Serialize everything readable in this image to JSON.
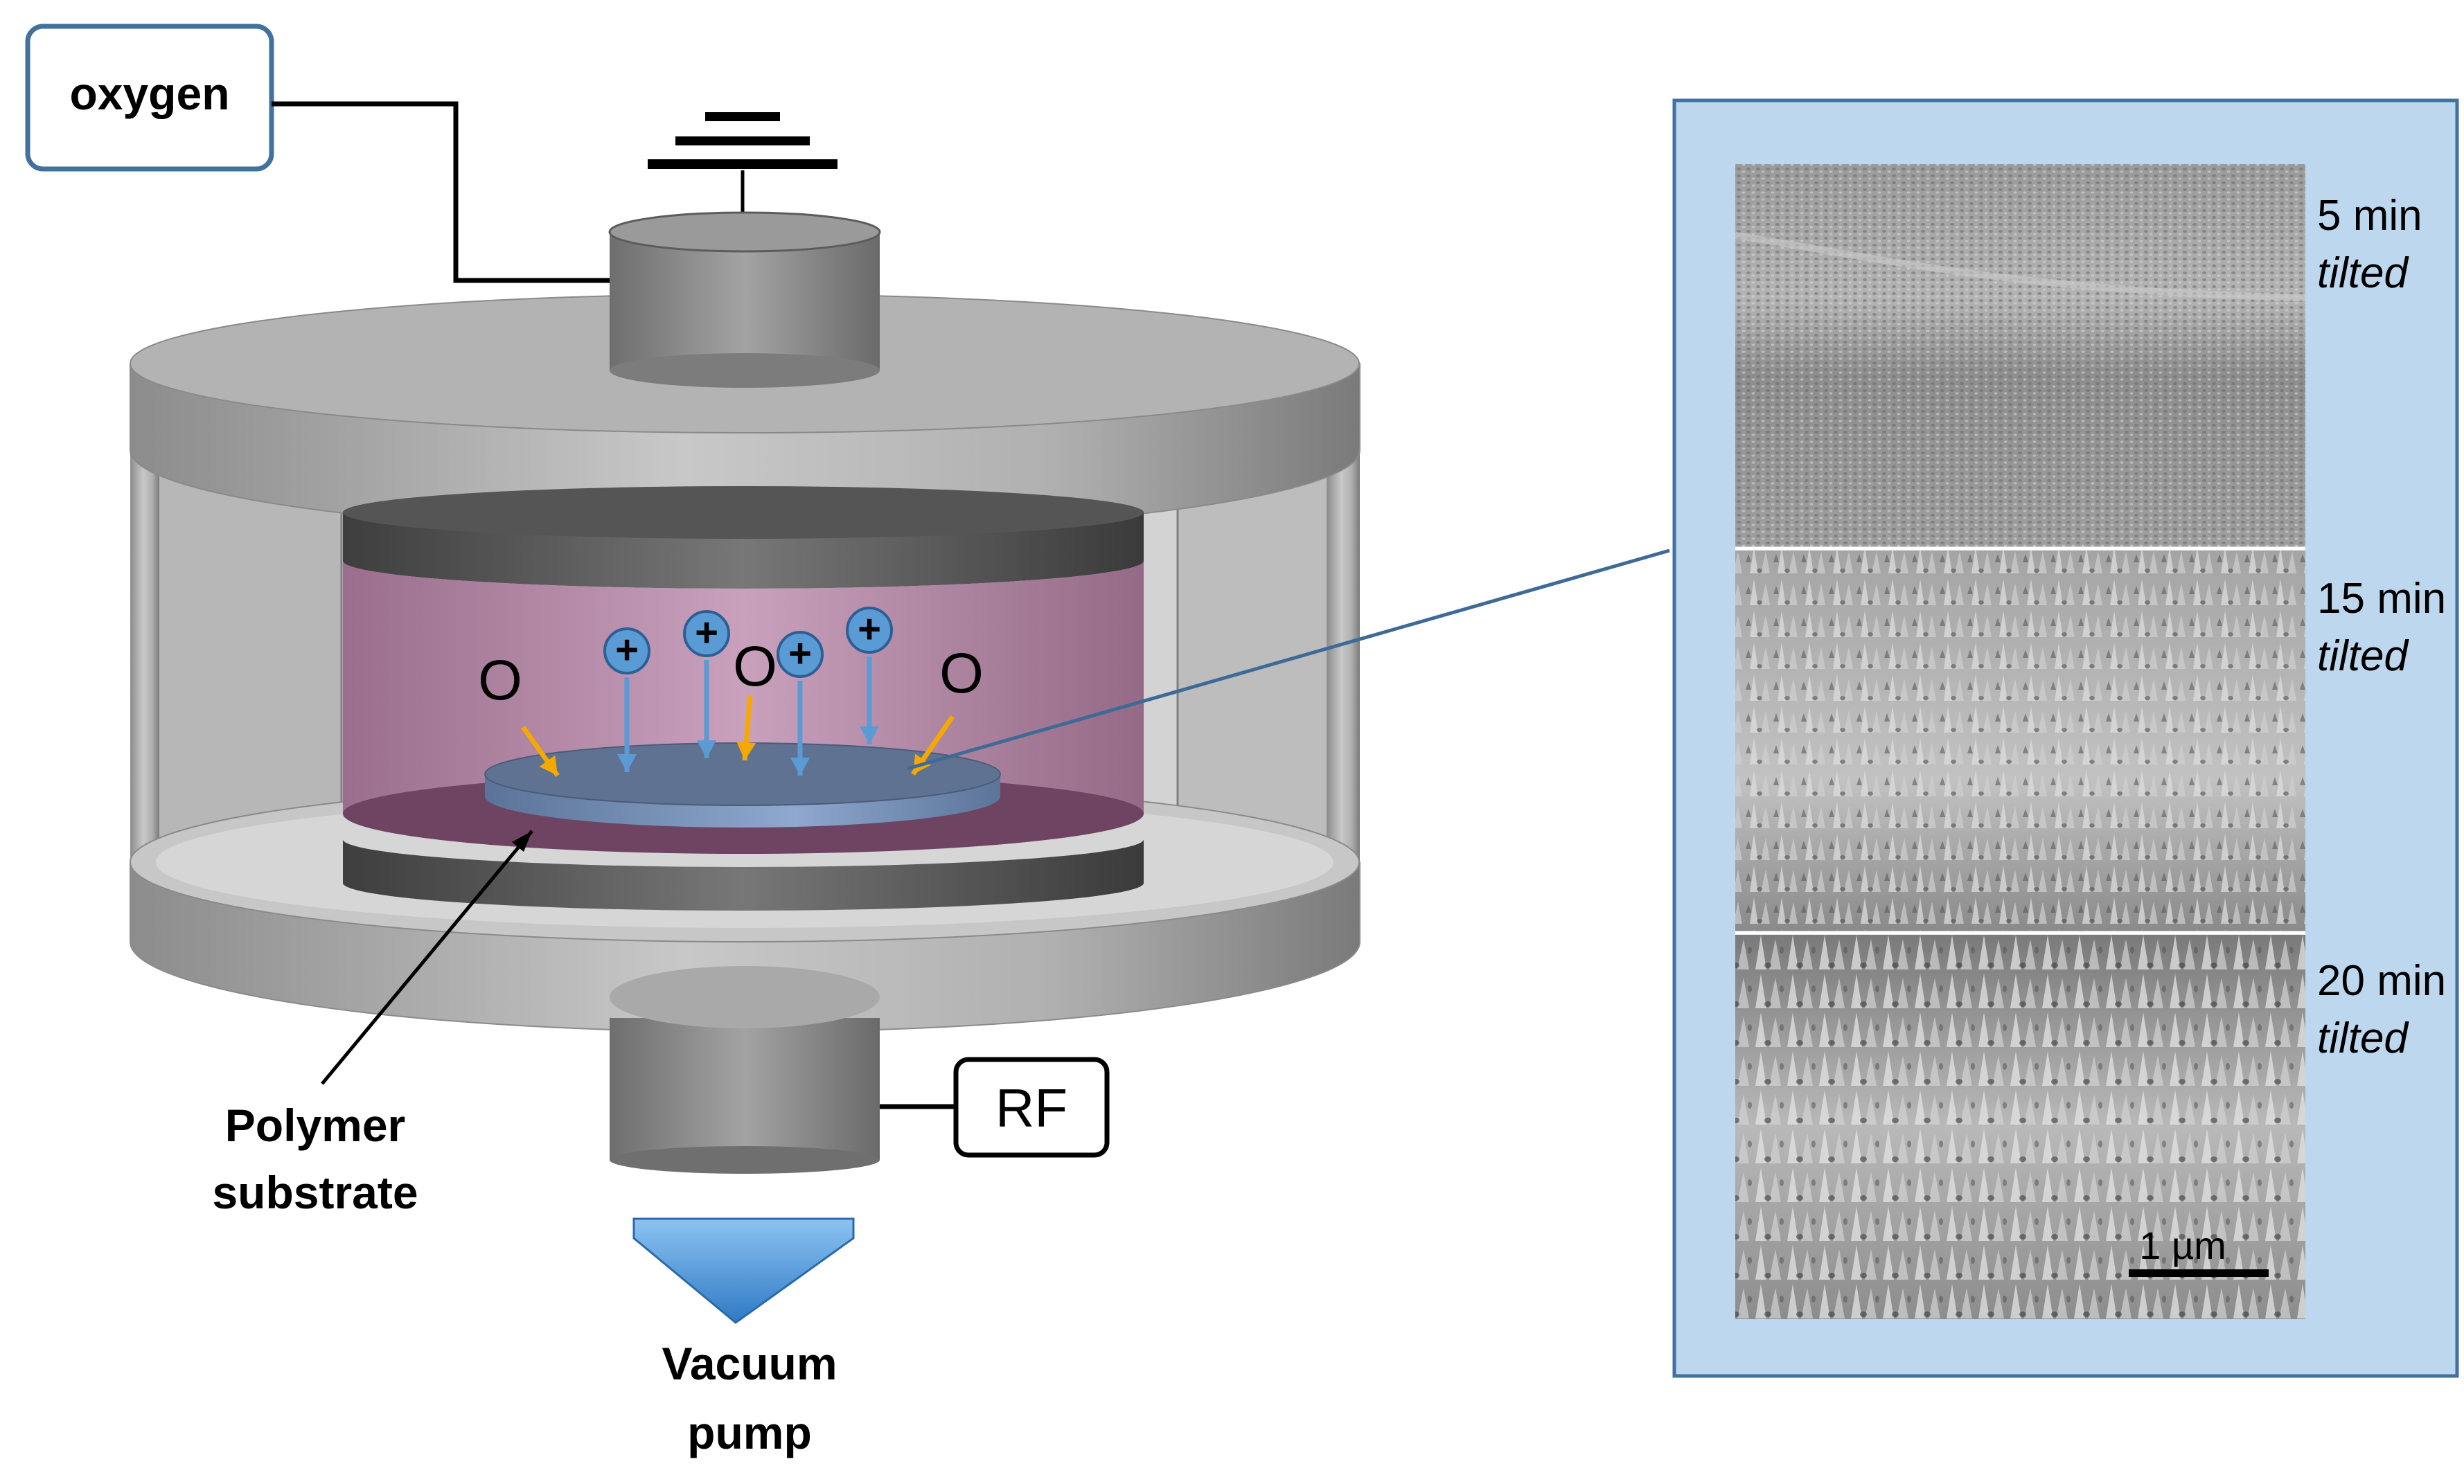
{
  "labels": {
    "oxygen": "oxygen",
    "rf": "RF",
    "polymer_line1": "Polymer",
    "polymer_line2": "substrate",
    "vacuum_line1": "Vacuum",
    "vacuum_line2": "pump",
    "species_o": "O",
    "species_ion": "+"
  },
  "sem_panels": [
    {
      "time": "5 min",
      "mode": "tilted"
    },
    {
      "time": "15 min",
      "mode": "tilted"
    },
    {
      "time": "20 min",
      "mode": "tilted"
    }
  ],
  "scale_bar": "1 µm",
  "colors": {
    "oxygen_box_border": "#41719c",
    "chamber_grey": "#a6a6a6",
    "plasma_pink": "#b58aa6",
    "substrate_blue": "#6d87ad",
    "ion_blue": "#5b9bd5",
    "o_arrow": "#f5a800",
    "vacuum_arrow": "#5aa0e0",
    "sem_frame_bg": "#bdd7ee",
    "sem_frame_border": "#41719c"
  },
  "icons": [
    "ground-symbol-icon",
    "vacuum-arrow-icon",
    "ion-plus-icon"
  ]
}
